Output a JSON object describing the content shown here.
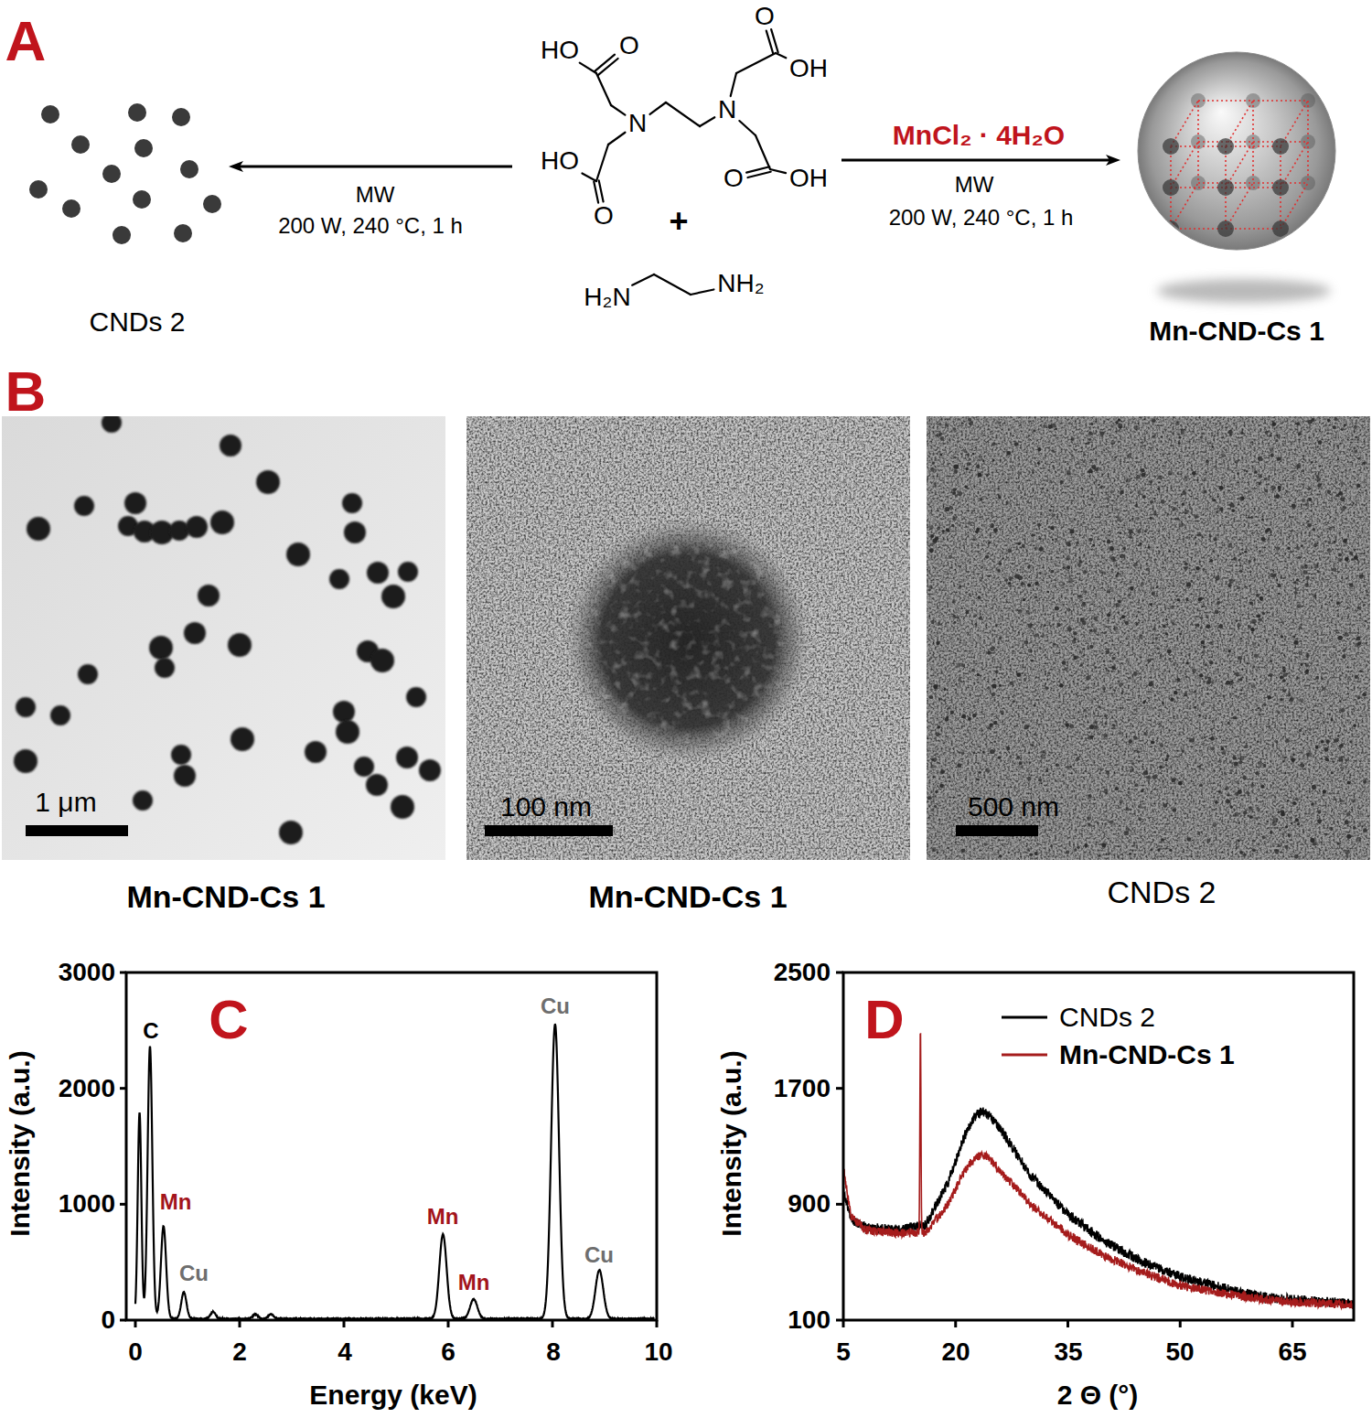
{
  "diagram": {
    "nodes": [
      {
        "text": [
          "CNDs 2"
        ]
      },
      {
        "text": [
          "HO",
          "O",
          "O",
          "OH",
          "N",
          "N",
          "HO",
          "O",
          "OH",
          "O",
          "+",
          "H₂N",
          "NH₂"
        ]
      },
      {
        "text": [
          "Mn-CND-Cs 1"
        ]
      }
    ],
    "edges": [
      {
        "from": 1,
        "to": 0,
        "arrow": "to",
        "label": "200 W, 240 °C, 1 h"
      },
      {
        "from": 1,
        "to": 2,
        "arrow": "to",
        "label": "200 W, 240 °C, 1 h"
      }
    ],
    "labels": [
      "A",
      "MW",
      "MnCl₂ · 4H₂O",
      "MW",
      "B",
      "1 μm",
      "100 nm",
      "500 nm",
      "Mn-CND-Cs 1",
      "Mn-CND-Cs 1",
      "CNDs 2",
      "C",
      "Intensity (a.u.)",
      "3000",
      "2000",
      "1000",
      "0",
      "0",
      "2",
      "4",
      "6",
      "8",
      "10",
      "Energy (keV)",
      "C",
      "Mn",
      "Cu",
      "Mn",
      "Mn",
      "Cu",
      "Cu",
      "D",
      "Intensity (a.u.)",
      "2500",
      "1700",
      "900",
      "100",
      "5",
      "20",
      "35",
      "50",
      "65",
      "2 Θ (°)"
    ],
    "legend": [
      {
        "text": "CNDs 2"
      },
      {
        "text": "Mn-CND-Cs 1"
      }
    ]
  }
}
